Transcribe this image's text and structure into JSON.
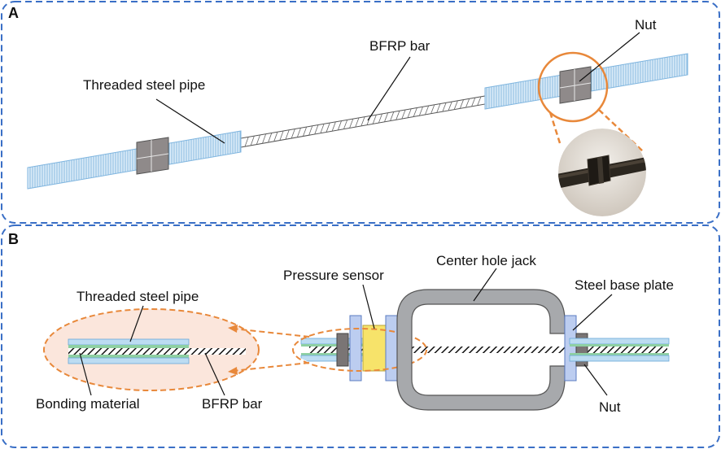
{
  "panel_a": {
    "letter": "A",
    "labels": {
      "threaded_pipe": "Threaded steel pipe",
      "bfrp_bar": "BFRP bar",
      "nut": "Nut"
    }
  },
  "panel_b": {
    "letter": "B",
    "labels": {
      "threaded_pipe": "Threaded steel pipe",
      "bonding_material": "Bonding material",
      "bfrp_bar": "BFRP bar",
      "pressure_sensor": "Pressure sensor",
      "center_hole_jack": "Center hole jack",
      "steel_base_plate": "Steel base plate",
      "nut": "Nut"
    }
  },
  "colors": {
    "frame": "#3a6fc6",
    "callout": "#e8883a",
    "pipe_blue": "#bcdcf2",
    "pipe_line": "#6aa8d8",
    "nut_grey": "#8f8a8a",
    "jack_grey": "#a7a9ac",
    "sensor_yellow": "#f7e36a",
    "plate_blue": "#bccdf0",
    "bonding_green": "#8ed0a2",
    "highlight_fill": "#fbe6dc"
  }
}
